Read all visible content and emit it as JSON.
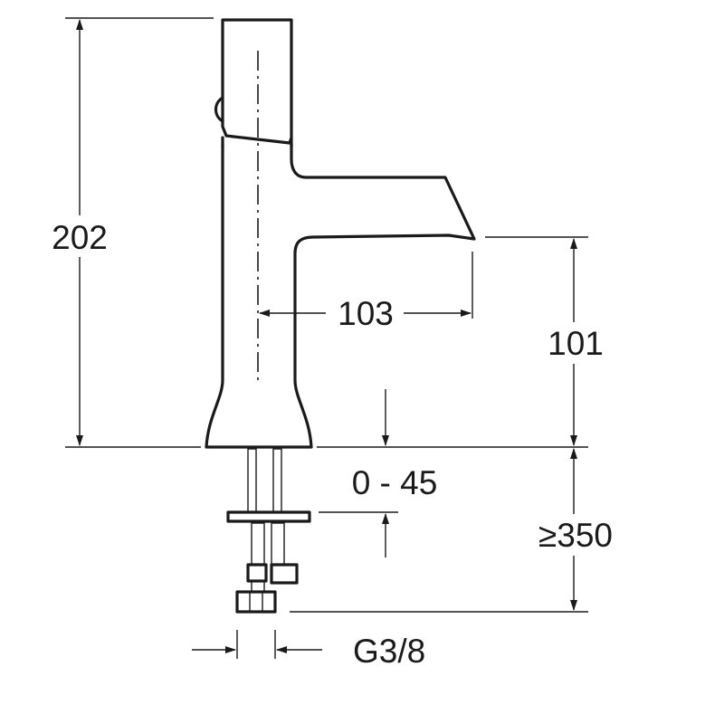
{
  "dimensions": {
    "total_height": "202",
    "spout_reach": "103",
    "spout_height": "101",
    "deck_thickness": "0 - 45",
    "hose_length": "≥350",
    "thread": "G3/8"
  }
}
